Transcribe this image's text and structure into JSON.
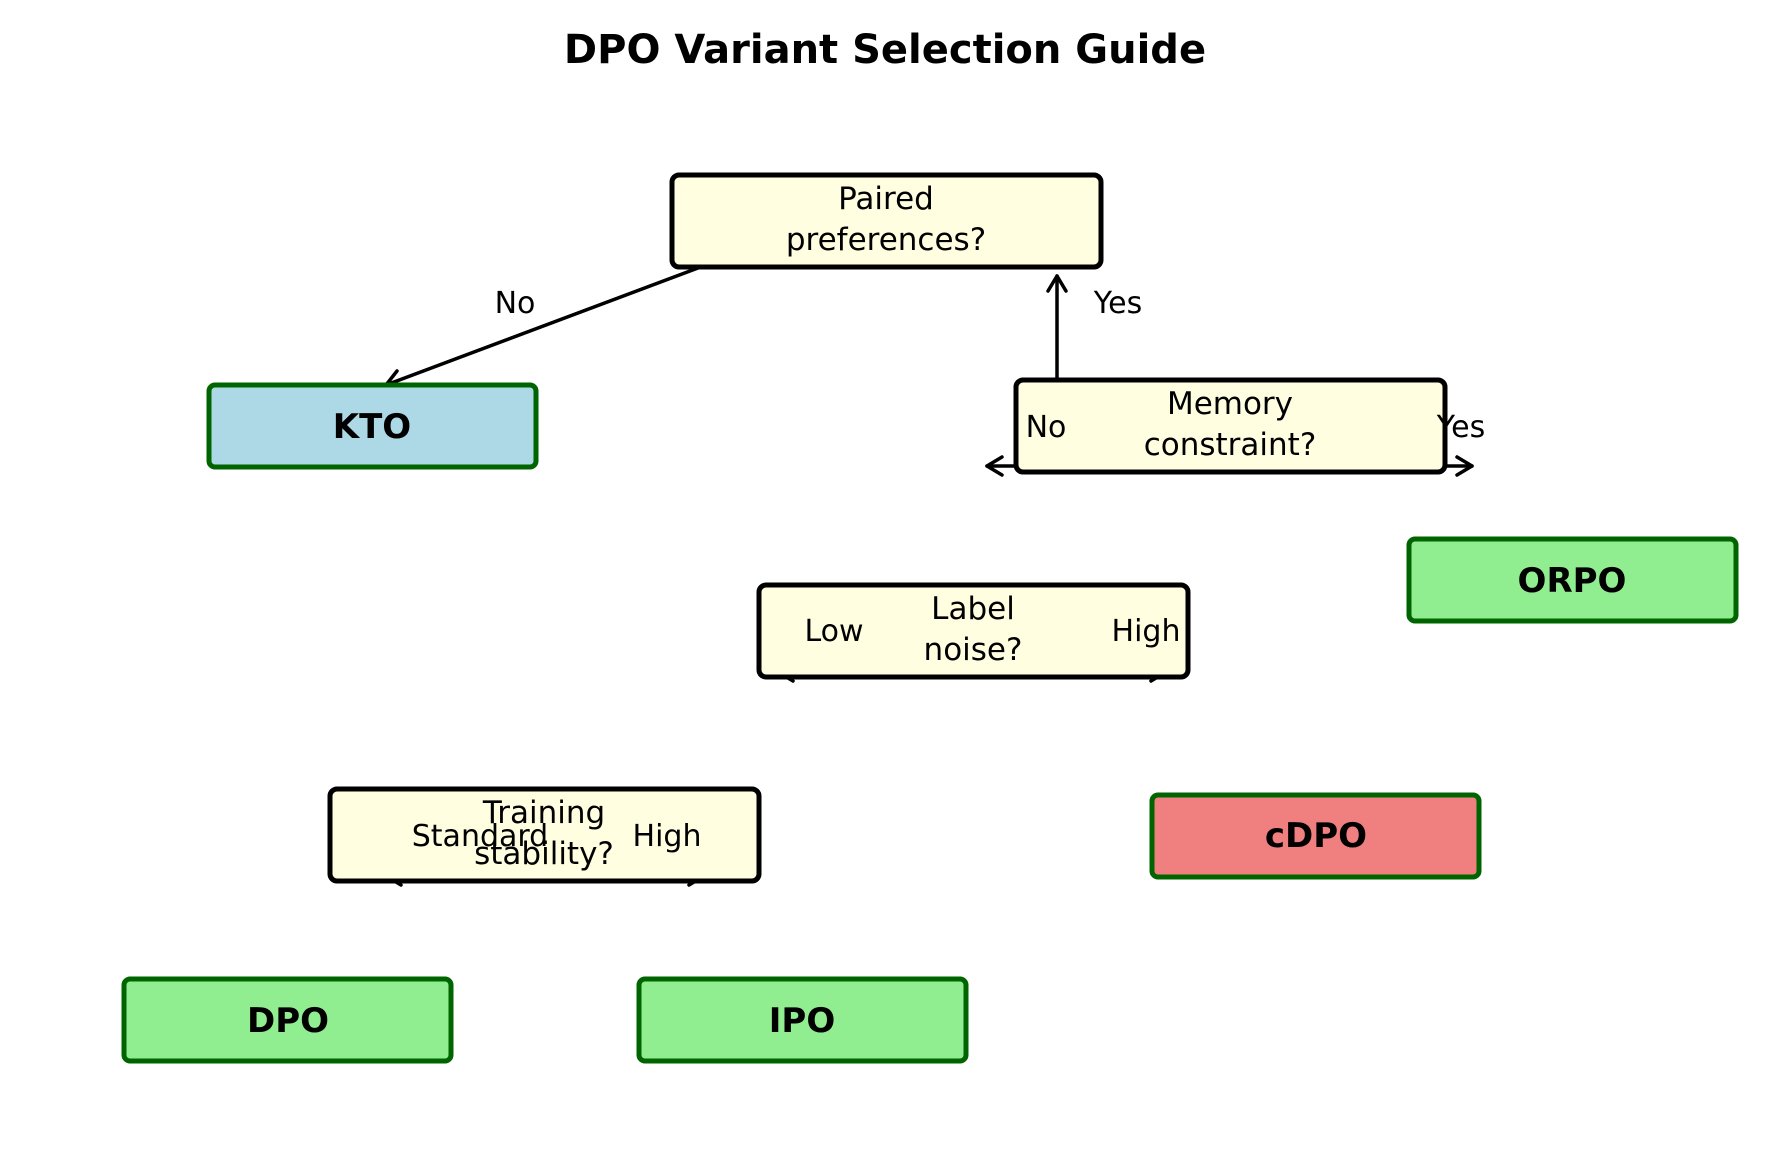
{
  "title": "DPO Variant Selection Guide",
  "colors": {
    "decision_fill": "#fffee0",
    "decision_border": "#000000",
    "leaf_border": "#006400",
    "leaf_green": "#90ee90",
    "leaf_blue": "#add8e6",
    "leaf_red": "#f08080"
  },
  "decisions": {
    "paired": {
      "line1": "Paired",
      "line2": "preferences?"
    },
    "memory": {
      "line1": "Memory",
      "line2": "constraint?"
    },
    "label_noise": {
      "line1": "Label",
      "line2": "noise?"
    },
    "stability": {
      "line1": "Training",
      "line2": "stability?"
    }
  },
  "leaves": {
    "kto": "KTO",
    "orpo": "ORPO",
    "cdpo": "cDPO",
    "dpo": "DPO",
    "ipo": "IPO"
  },
  "edge_labels": {
    "paired_no": "No",
    "paired_yes": "Yes",
    "memory_no": "No",
    "memory_yes": "Yes",
    "noise_low": "Low",
    "noise_high": "High",
    "stability_standard": "Standard",
    "stability_high": "High"
  }
}
